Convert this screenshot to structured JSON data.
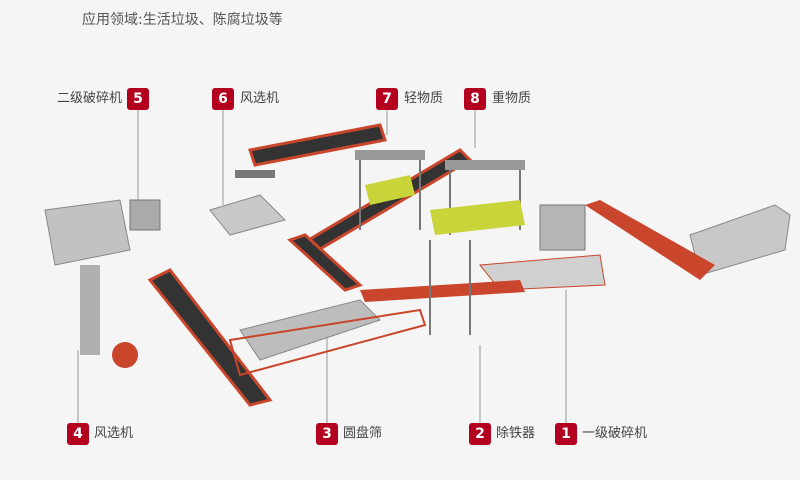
{
  "title": "应用领域:生活垃圾、陈腐垃圾等",
  "colors": {
    "badge": "#b3001e",
    "frame": "#c9452b",
    "steel": "#a8a8a8",
    "truck": "#c8d43a"
  },
  "callouts": [
    {
      "num": "1",
      "label": "一级破碎机"
    },
    {
      "num": "2",
      "label": "除铁器"
    },
    {
      "num": "3",
      "label": "圆盘筛"
    },
    {
      "num": "4",
      "label": "风选机"
    },
    {
      "num": "5",
      "label": "二级破碎机"
    },
    {
      "num": "6",
      "label": "风选机"
    },
    {
      "num": "7",
      "label": "轻物质"
    },
    {
      "num": "8",
      "label": "重物质"
    }
  ]
}
